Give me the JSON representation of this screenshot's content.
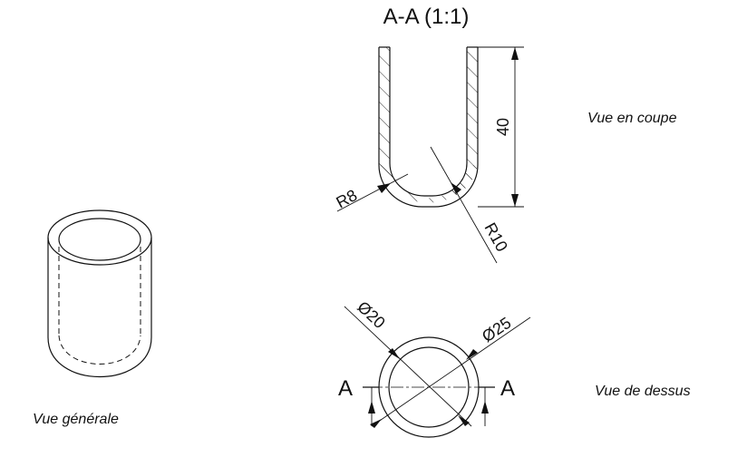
{
  "section_title": "A-A (1:1)",
  "labels": {
    "section_view": "Vue en coupe",
    "top_view": "Vue de dessus",
    "general_view": "Vue générale"
  },
  "dimensions": {
    "height": "40",
    "inner_radius": "R8",
    "outer_radius": "R10",
    "inner_diameter": "Ø20",
    "outer_diameter": "Ø25"
  },
  "section_marks": {
    "left": "A",
    "right": "A"
  }
}
